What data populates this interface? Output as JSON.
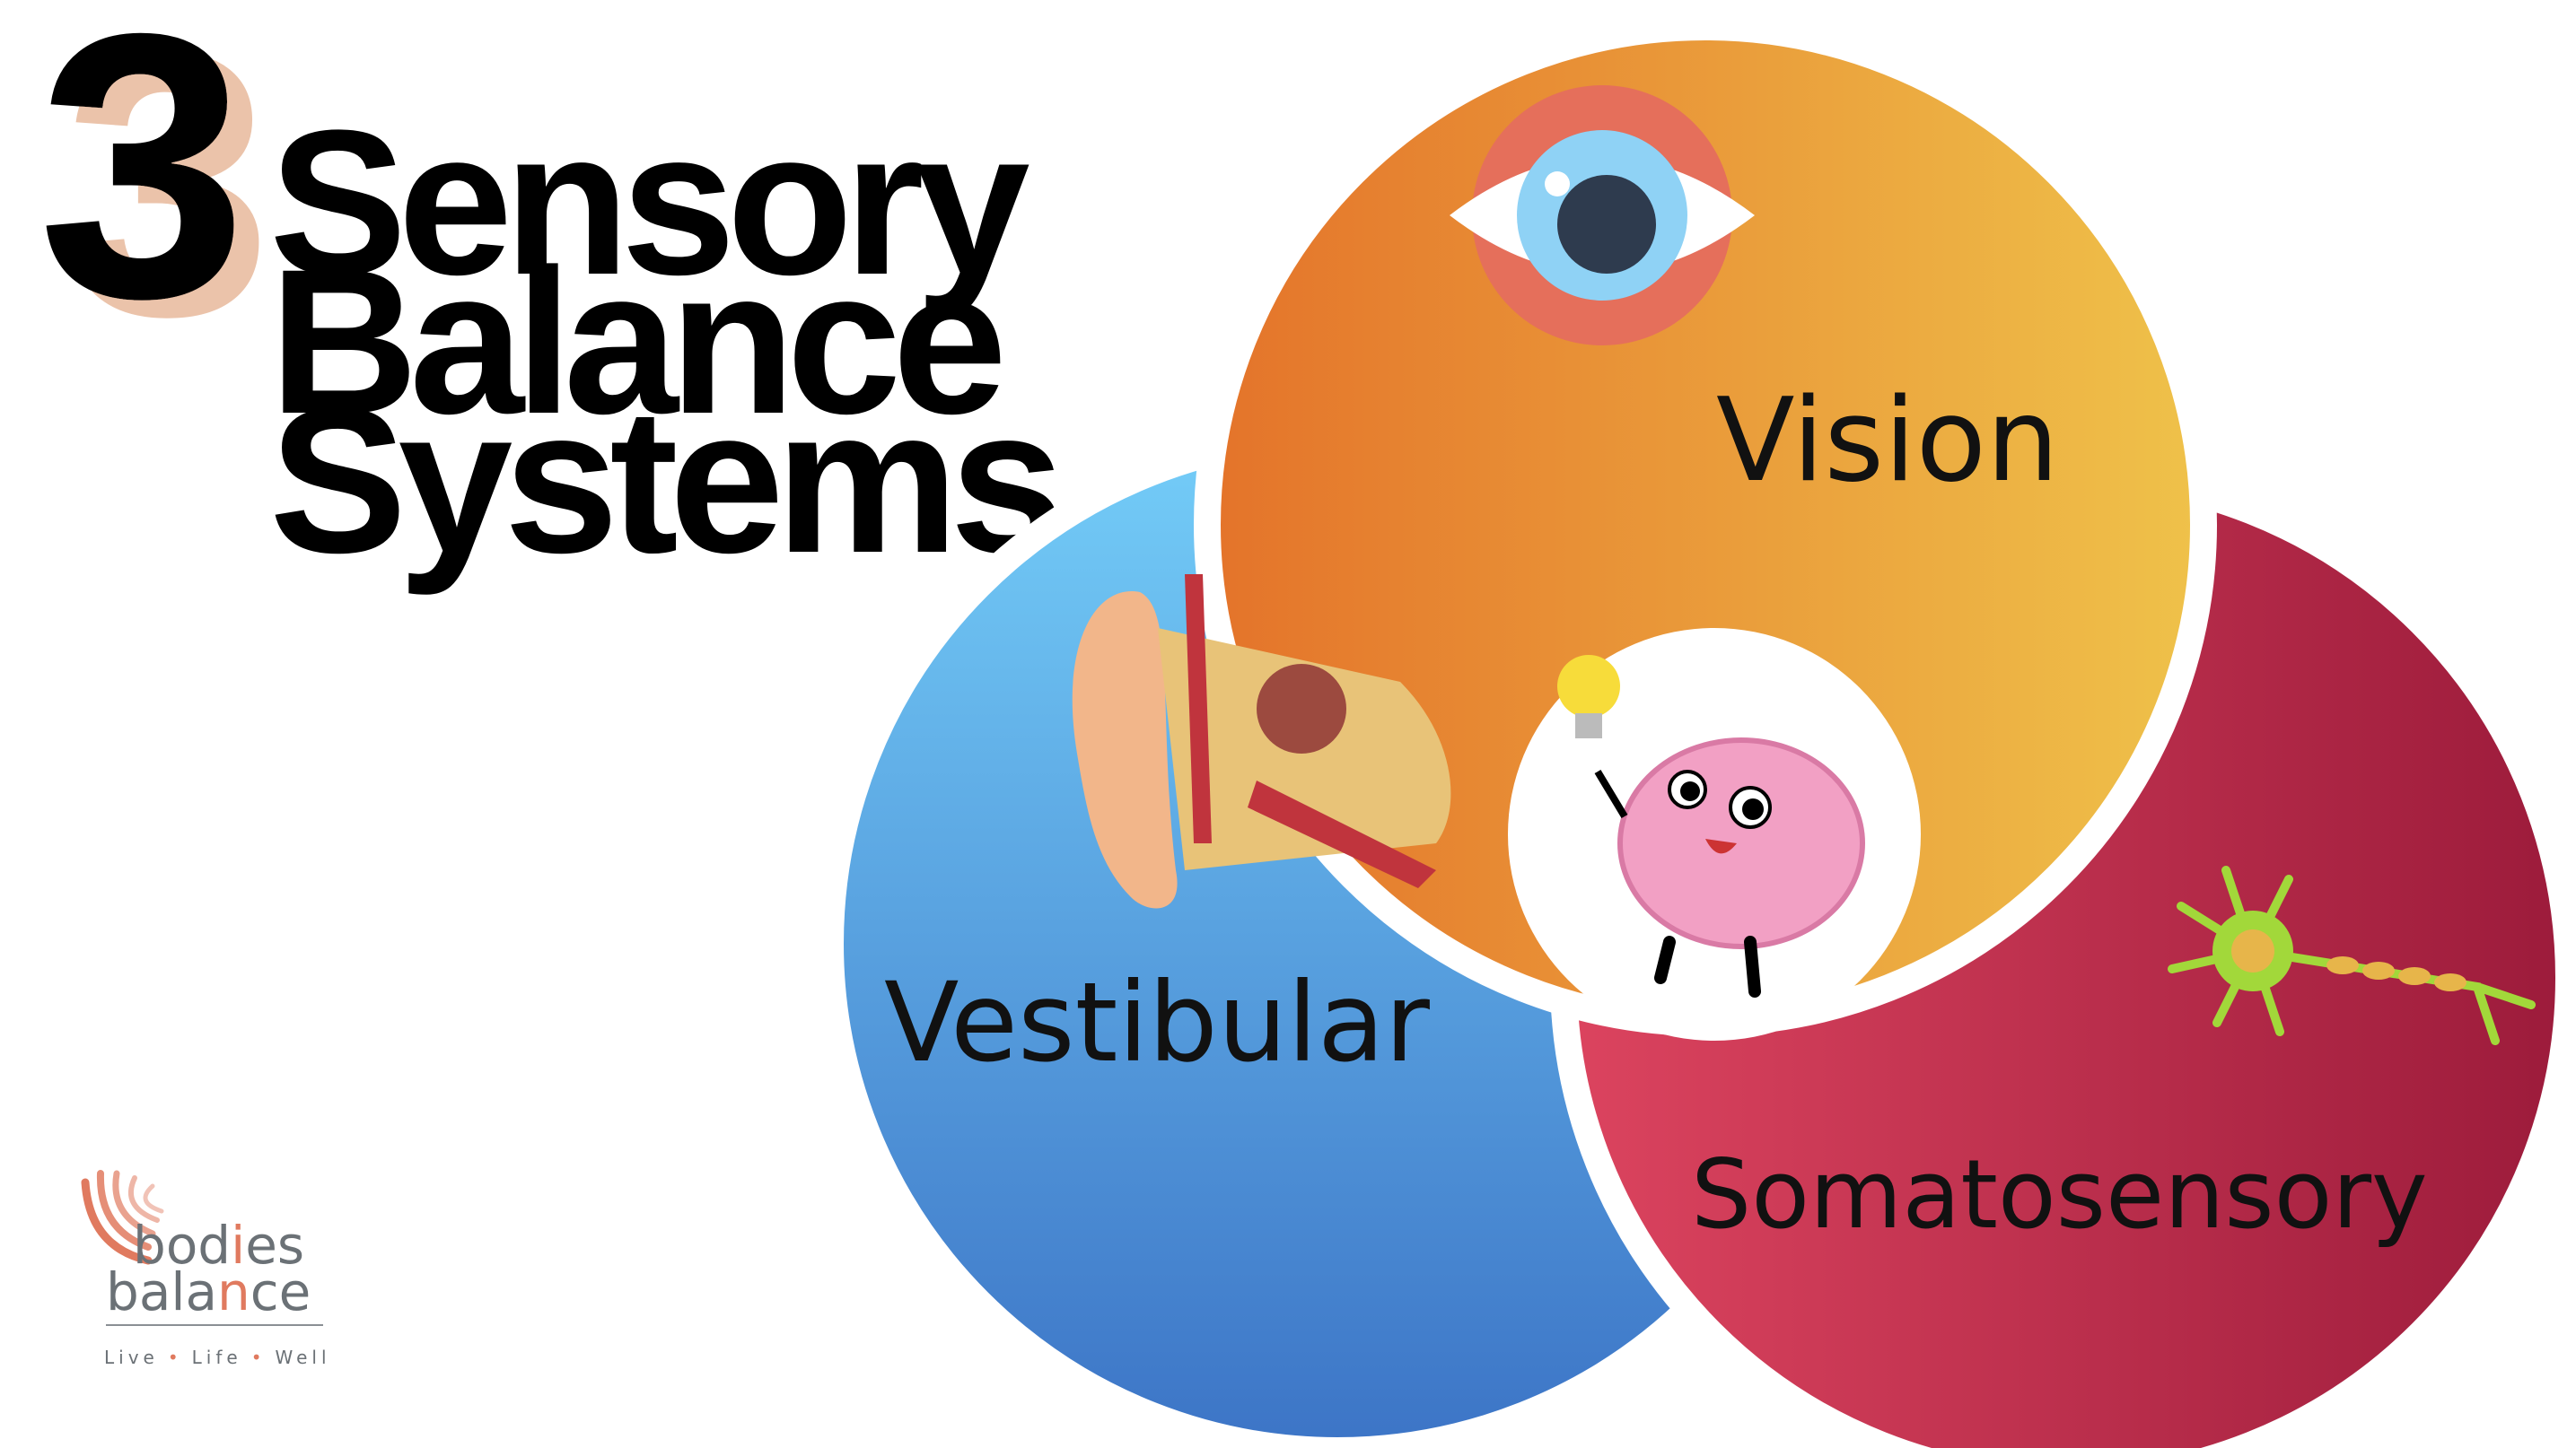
{
  "title": {
    "number": "3",
    "line1": "Sensory",
    "line2": "Balance",
    "line3": "Systems"
  },
  "systems": [
    {
      "label": "Vision",
      "icon": "eye-icon",
      "color_start": "#e47a2c",
      "color_end": "#efc04a"
    },
    {
      "label": "Vestibular",
      "icon": "inner-ear-icon",
      "color_start": "#72c8f7",
      "color_end": "#3d78c8"
    },
    {
      "label": "Somatosensory",
      "icon": "neuron-icon",
      "color_start": "#d8405c",
      "color_end": "#a01d3c"
    }
  ],
  "center_icon": "brain-icon",
  "logo": {
    "line1_a": "bod",
    "line1_accent": "i",
    "line1_b": "es",
    "line2_a": "bala",
    "line2_accent": "n",
    "line2_b": "ce",
    "tagline_1": "Live",
    "tagline_2": "Life",
    "tagline_3": "Well",
    "accent_color": "#e07a5f"
  }
}
